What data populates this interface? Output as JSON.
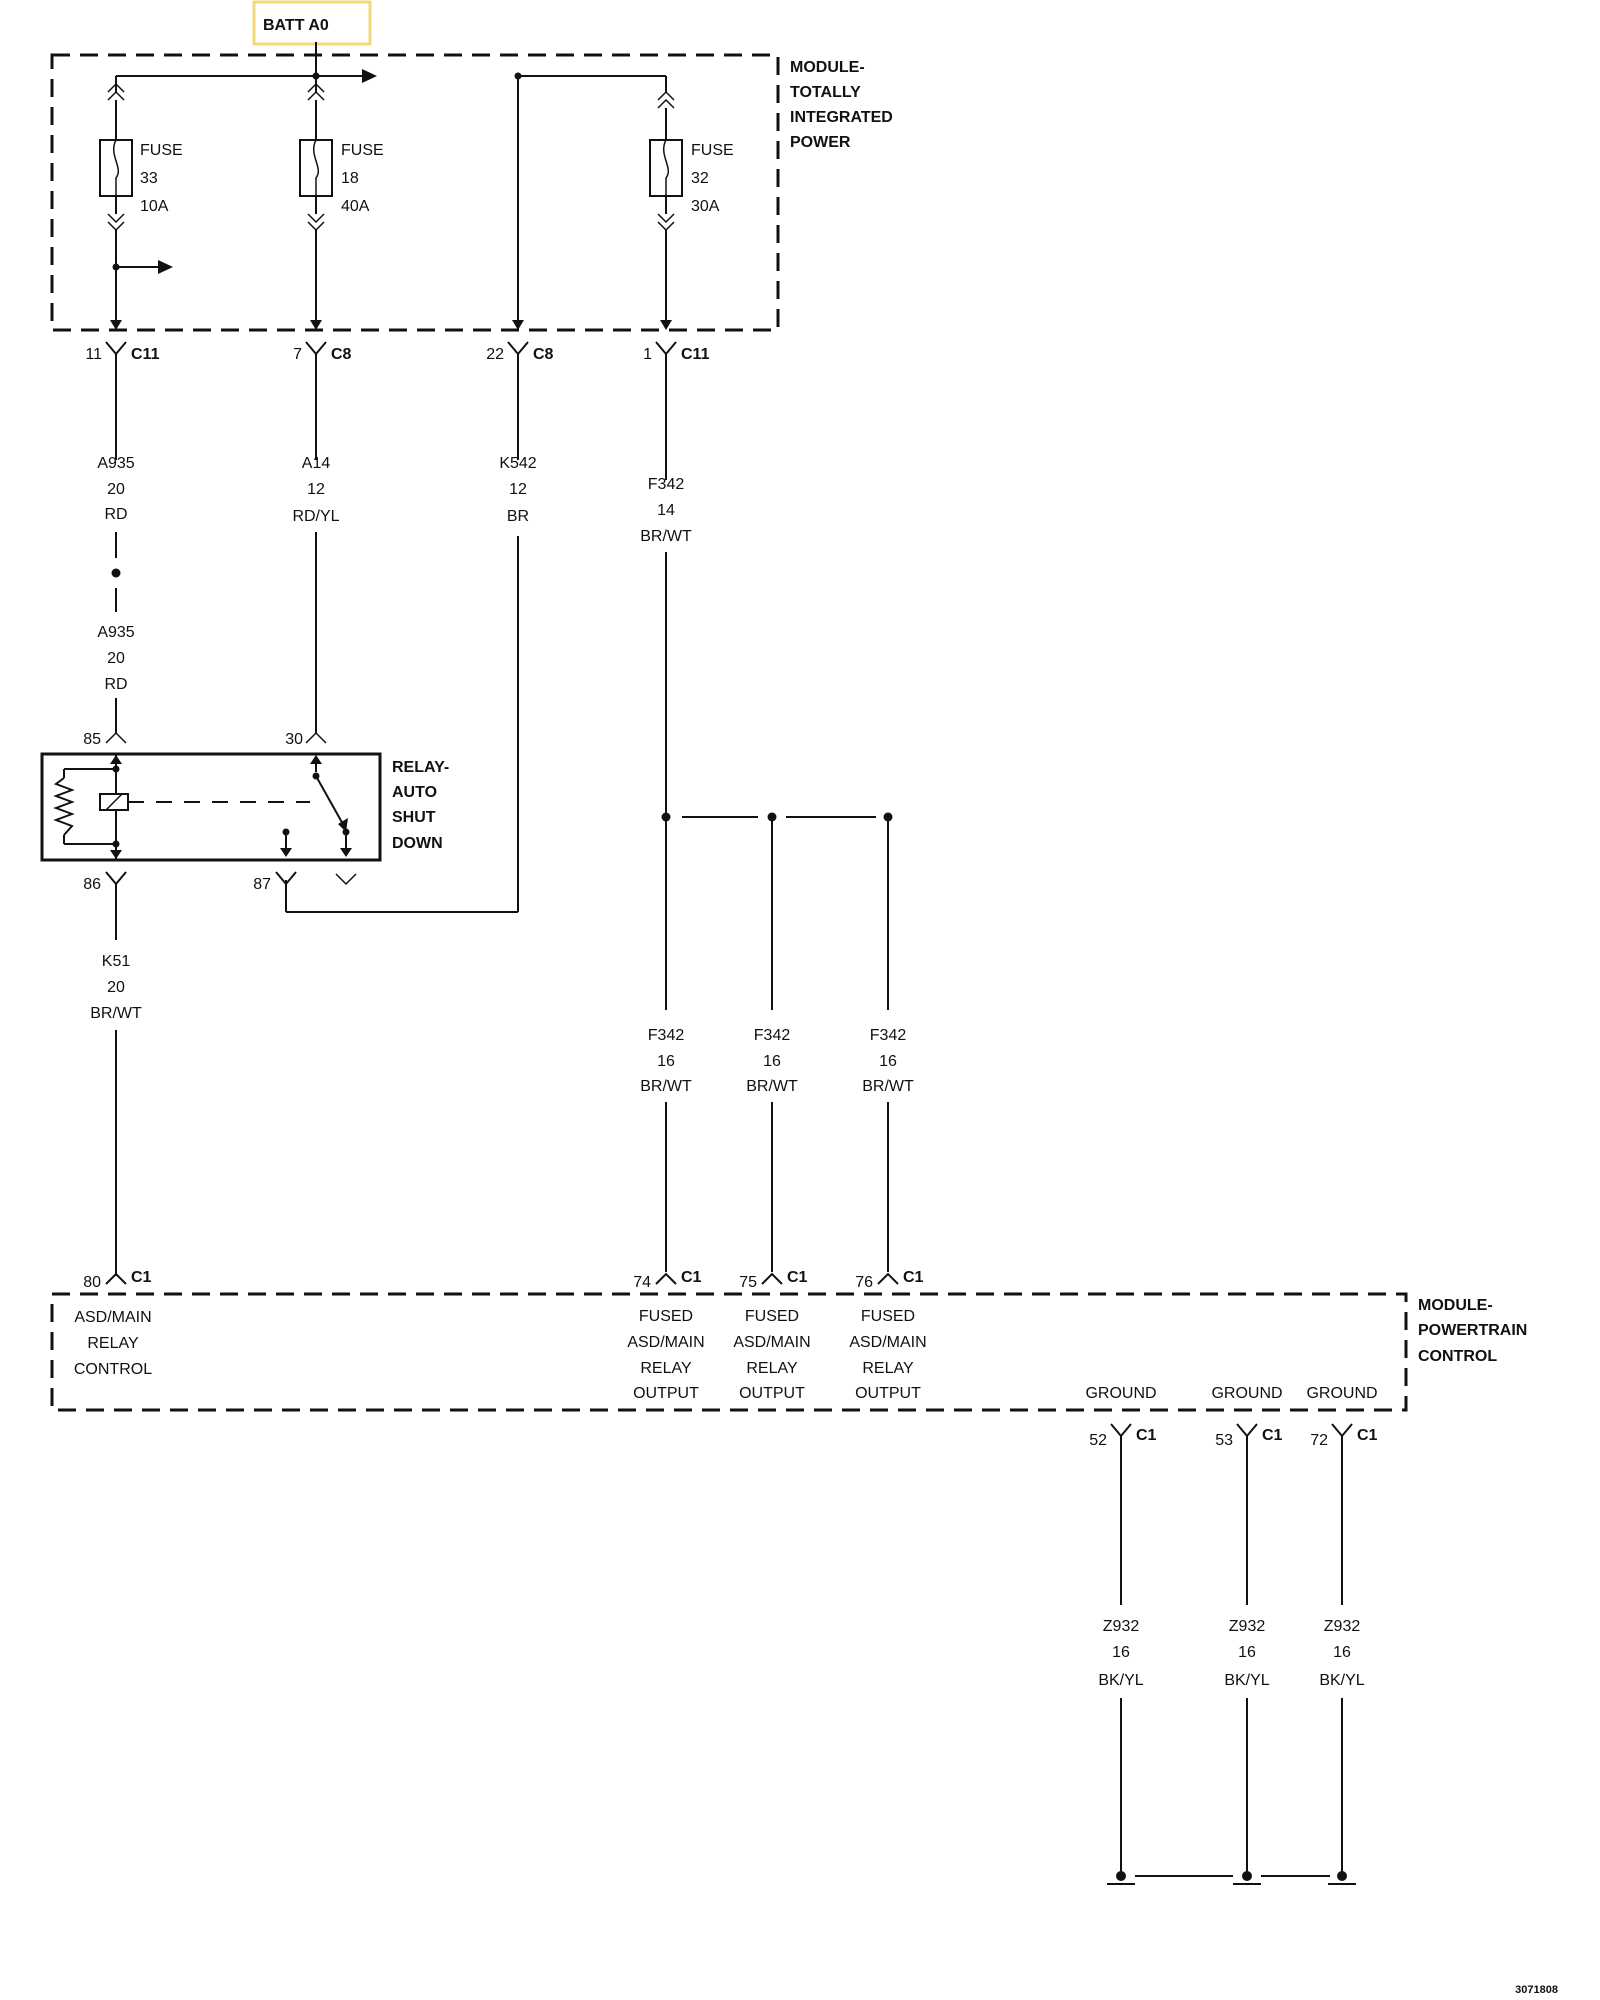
{
  "battery": {
    "label": "BATT A0",
    "highlight": "#f5d77a"
  },
  "tipm": {
    "title": [
      "MODULE-",
      "TOTALLY",
      "INTEGRATED",
      "POWER"
    ],
    "fuses": [
      {
        "word": "FUSE",
        "number": "33",
        "rating": "10A"
      },
      {
        "word": "FUSE",
        "number": "18",
        "rating": "40A"
      },
      {
        "word": "FUSE",
        "number": "32",
        "rating": "30A"
      }
    ],
    "connectors": [
      {
        "pin": "11",
        "conn": "C11"
      },
      {
        "pin": "7",
        "conn": "C8"
      },
      {
        "pin": "22",
        "conn": "C8"
      },
      {
        "pin": "1",
        "conn": "C11"
      }
    ]
  },
  "wires": {
    "a935_upper": [
      "A935",
      "20",
      "RD"
    ],
    "a935_lower": [
      "A935",
      "20",
      "RD"
    ],
    "a14": [
      "A14",
      "12",
      "RD/YL"
    ],
    "k542": [
      "K542",
      "12",
      "BR"
    ],
    "f342_main": [
      "F342",
      "14",
      "BR/WT"
    ],
    "k51": [
      "K51",
      "20",
      "BR/WT"
    ],
    "f342_branches": [
      [
        "F342",
        "16",
        "BR/WT"
      ],
      [
        "F342",
        "16",
        "BR/WT"
      ],
      [
        "F342",
        "16",
        "BR/WT"
      ]
    ],
    "z932": [
      [
        "Z932",
        "16",
        "BK/YL"
      ],
      [
        "Z932",
        "16",
        "BK/YL"
      ],
      [
        "Z932",
        "16",
        "BK/YL"
      ]
    ]
  },
  "relay": {
    "title": [
      "RELAY-",
      "AUTO",
      "SHUT",
      "DOWN"
    ],
    "pins": {
      "p85": "85",
      "p30": "30",
      "p86": "86",
      "p87": "87"
    }
  },
  "pcm": {
    "title": [
      "MODULE-",
      "POWERTRAIN",
      "CONTROL"
    ],
    "connectors": [
      {
        "pin": "80",
        "conn": "C1"
      },
      {
        "pin": "74",
        "conn": "C1"
      },
      {
        "pin": "75",
        "conn": "C1"
      },
      {
        "pin": "76",
        "conn": "C1"
      }
    ],
    "asd_control": [
      "ASD/MAIN",
      "RELAY",
      "CONTROL"
    ],
    "fused_outputs": [
      [
        "FUSED",
        "ASD/MAIN",
        "RELAY",
        "OUTPUT"
      ],
      [
        "FUSED",
        "ASD/MAIN",
        "RELAY",
        "OUTPUT"
      ],
      [
        "FUSED",
        "ASD/MAIN",
        "RELAY",
        "OUTPUT"
      ]
    ],
    "grounds": [
      "GROUND",
      "GROUND",
      "GROUND"
    ],
    "ground_connectors": [
      {
        "pin": "52",
        "conn": "C1"
      },
      {
        "pin": "53",
        "conn": "C1"
      },
      {
        "pin": "72",
        "conn": "C1"
      }
    ]
  },
  "figure_number": "3071808"
}
